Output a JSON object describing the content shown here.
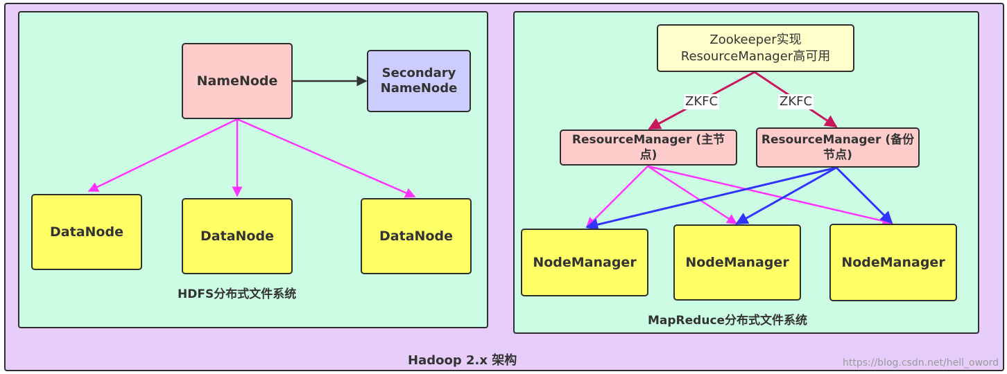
{
  "diagram": {
    "title": "Hadoop 2.x 架构",
    "hdfs": {
      "caption": "HDFS分布式文件系统",
      "namenode": "NameNode",
      "secondary_namenode": "Secondary NameNode",
      "datanodes": [
        "DataNode",
        "DataNode",
        "DataNode"
      ]
    },
    "mapreduce": {
      "caption": "MapReduce分布式文件系统",
      "zookeeper": "Zookeeper实现 ResourceManager高可用",
      "zkfc_labels": [
        "ZKFC",
        "ZKFC"
      ],
      "rm_primary": "ResourceManager (主节点)",
      "rm_backup": "ResourceManager (备份节点)",
      "nodemanagers": [
        "NodeManager",
        "NodeManager",
        "NodeManager"
      ]
    },
    "watermark": "https://blog.csdn.net/hell_oword"
  },
  "colors": {
    "outer_bg": "#e6cdfa",
    "panel_bg": "#ccfce4",
    "pink_node": "#ffcccc",
    "violet_node": "#ccccff",
    "yellow_node": "#ffff66",
    "cream_node": "#ffffcc",
    "magenta_arrow": "#ff33ff",
    "blue_arrow": "#3333ff",
    "crimson_arrow": "#c8175c",
    "dark_arrow": "#333333"
  }
}
